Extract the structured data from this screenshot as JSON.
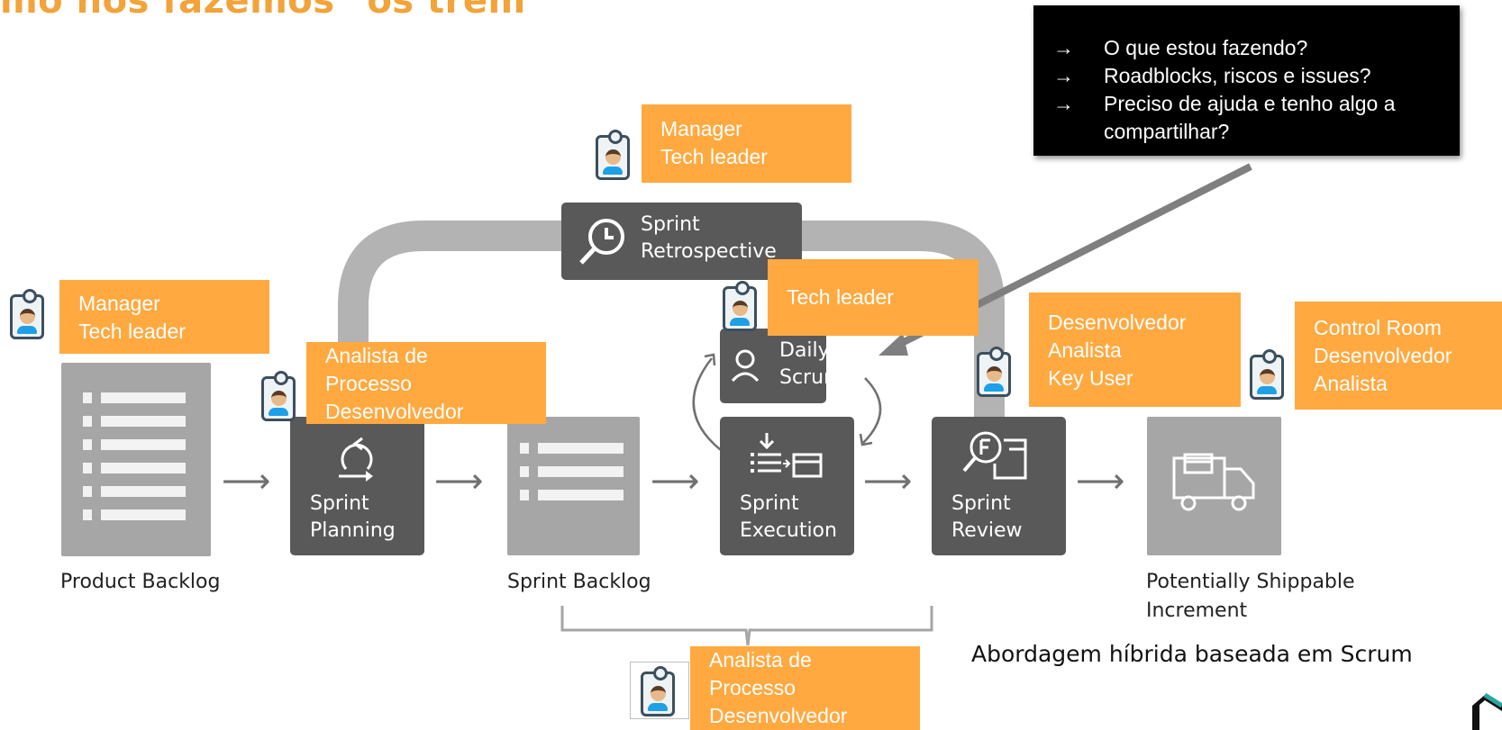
{
  "title": "mo nós fazemos \"os trem\"",
  "note": {
    "items": [
      "O que estou fazendo?",
      "Roadblocks, riscos e issues?",
      "Preciso de ajuda e tenho algo a compartilhar?"
    ],
    "bullet": "→"
  },
  "roles": {
    "retro": [
      "Manager",
      "Tech leader"
    ],
    "product_backlog": [
      "Manager",
      "Tech leader"
    ],
    "planning": [
      "Analista de",
      "Processo",
      "Desenvolvedor"
    ],
    "daily": [
      "Tech leader"
    ],
    "review": [
      "Desenvolvedor",
      "Analista",
      "Key User"
    ],
    "increment": [
      "Control Room",
      "Desenvolvedor",
      "Analista"
    ],
    "sprint_span": [
      "Analista de",
      "Processo",
      "Desenvolvedor"
    ]
  },
  "stages": {
    "retrospective": [
      "Sprint",
      "Retrospective"
    ],
    "daily": [
      "Daily",
      "Scrum"
    ],
    "planning": [
      "Sprint",
      "Planning"
    ],
    "execution": [
      "Sprint",
      "Execution"
    ],
    "review": [
      "Sprint",
      "Review"
    ]
  },
  "captions": {
    "product_backlog": "Product Backlog",
    "sprint_backlog": "Sprint Backlog",
    "increment_line1": "Potentially Shippable",
    "increment_line2": "Increment"
  },
  "footer": "Abordagem híbrida baseada em Scrum",
  "colors": {
    "accent": "#ffa940",
    "title": "#f2a33a",
    "dark_box": "#595959",
    "light_box": "#a6a6a6",
    "loop": "#b3b3b3"
  }
}
